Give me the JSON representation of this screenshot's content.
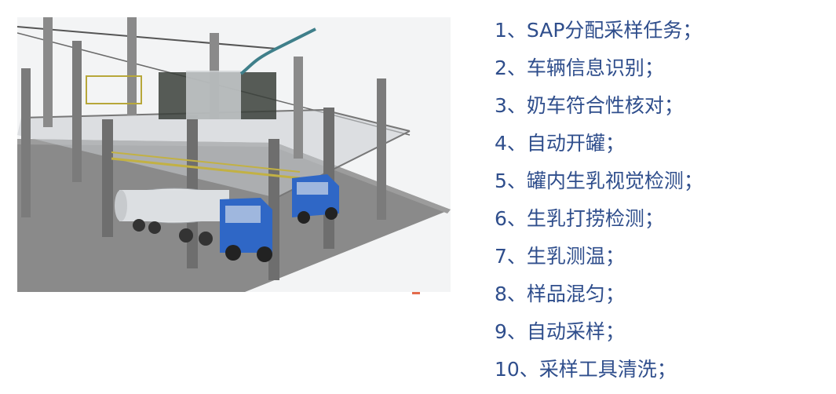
{
  "figure": {
    "image_description": "3D rendering of a milk tanker sampling station: blue tractor-trailer tank trucks parked under a steel frame platform with railings, piping and control cabinets"
  },
  "steps": [
    "1、SAP分配采样任务；",
    "2、车辆信息识别；",
    "3、奶车符合性核对；",
    "4、自动开罐；",
    "5、罐内生乳视觉检测；",
    "6、生乳打捞检测；",
    "7、生乳测温；",
    "8、样品混匀；",
    "9、自动采样；",
    "10、采样工具清洗；"
  ],
  "colors": {
    "text": "#2f4e8c",
    "truck": "#2f67c6",
    "tank": "#dcdfe2",
    "floor": "#7d7d7d",
    "accent": "#e36b4c"
  }
}
